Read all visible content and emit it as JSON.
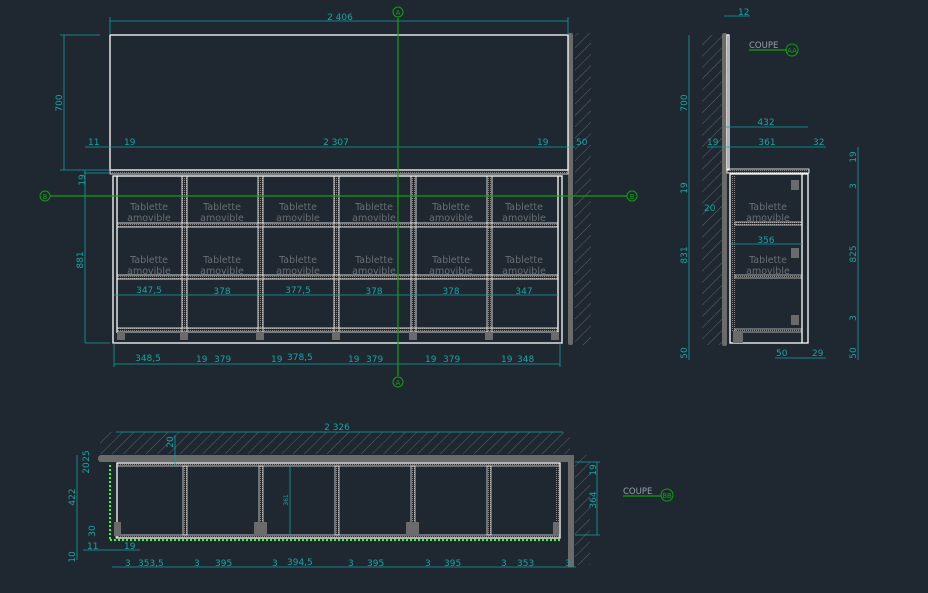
{
  "front_view": {
    "shelf_label_line1": "Tablette",
    "shelf_label_line2": "amovible",
    "section_markers": [
      "A",
      "A",
      "B",
      "B"
    ],
    "dims": {
      "overall_width": "2 406",
      "backsplash_height": "700",
      "left_gap": "11",
      "left_side": "19",
      "inner_width": "2 307",
      "right_side": "19",
      "right_gap": "50",
      "top_thickness": "19",
      "cabinet_height": "881",
      "inner_widths": [
        "347,5",
        "378",
        "377,5",
        "378",
        "378",
        "347"
      ],
      "bottom_widths": [
        "348,5",
        "19",
        "379",
        "19",
        "378,5",
        "19",
        "379",
        "19",
        "379",
        "19",
        "348"
      ]
    }
  },
  "section_aa": {
    "title": "COUPE",
    "marker": "AA",
    "dims": {
      "panel": "12",
      "backsplash_height": "700",
      "overall_depth": "432",
      "back_gap": "19",
      "inner_depth": "361",
      "front": "32",
      "top_right": "19",
      "top_left": "19",
      "gap": "20",
      "shelf_depth": "356",
      "height_left": "831",
      "top_3": "3",
      "height_right": "825",
      "bottom_3": "3",
      "plinth_left": "50",
      "plinth_mid": "50",
      "plinth_front": "29",
      "plinth_right": "50"
    }
  },
  "section_bb": {
    "title": "COUPE",
    "marker": "BB",
    "dims": {
      "overall_width": "2 326",
      "back_gap": "20",
      "depth": "422",
      "d20": "20",
      "d25": "25",
      "right_top": "19",
      "right_depth": "364",
      "inner_depth": "361",
      "d30": "30",
      "d11": "11",
      "d19": "19",
      "d10": "10",
      "bottom": [
        "3",
        "353,5",
        "3",
        "395",
        "3",
        "394,5",
        "3",
        "395",
        "3",
        "395",
        "3",
        "353",
        "3"
      ]
    }
  },
  "colors": {
    "background": "#1f2731",
    "dimension": "#18a5a5",
    "section_line": "#10a010",
    "outline": "#ffffff"
  }
}
